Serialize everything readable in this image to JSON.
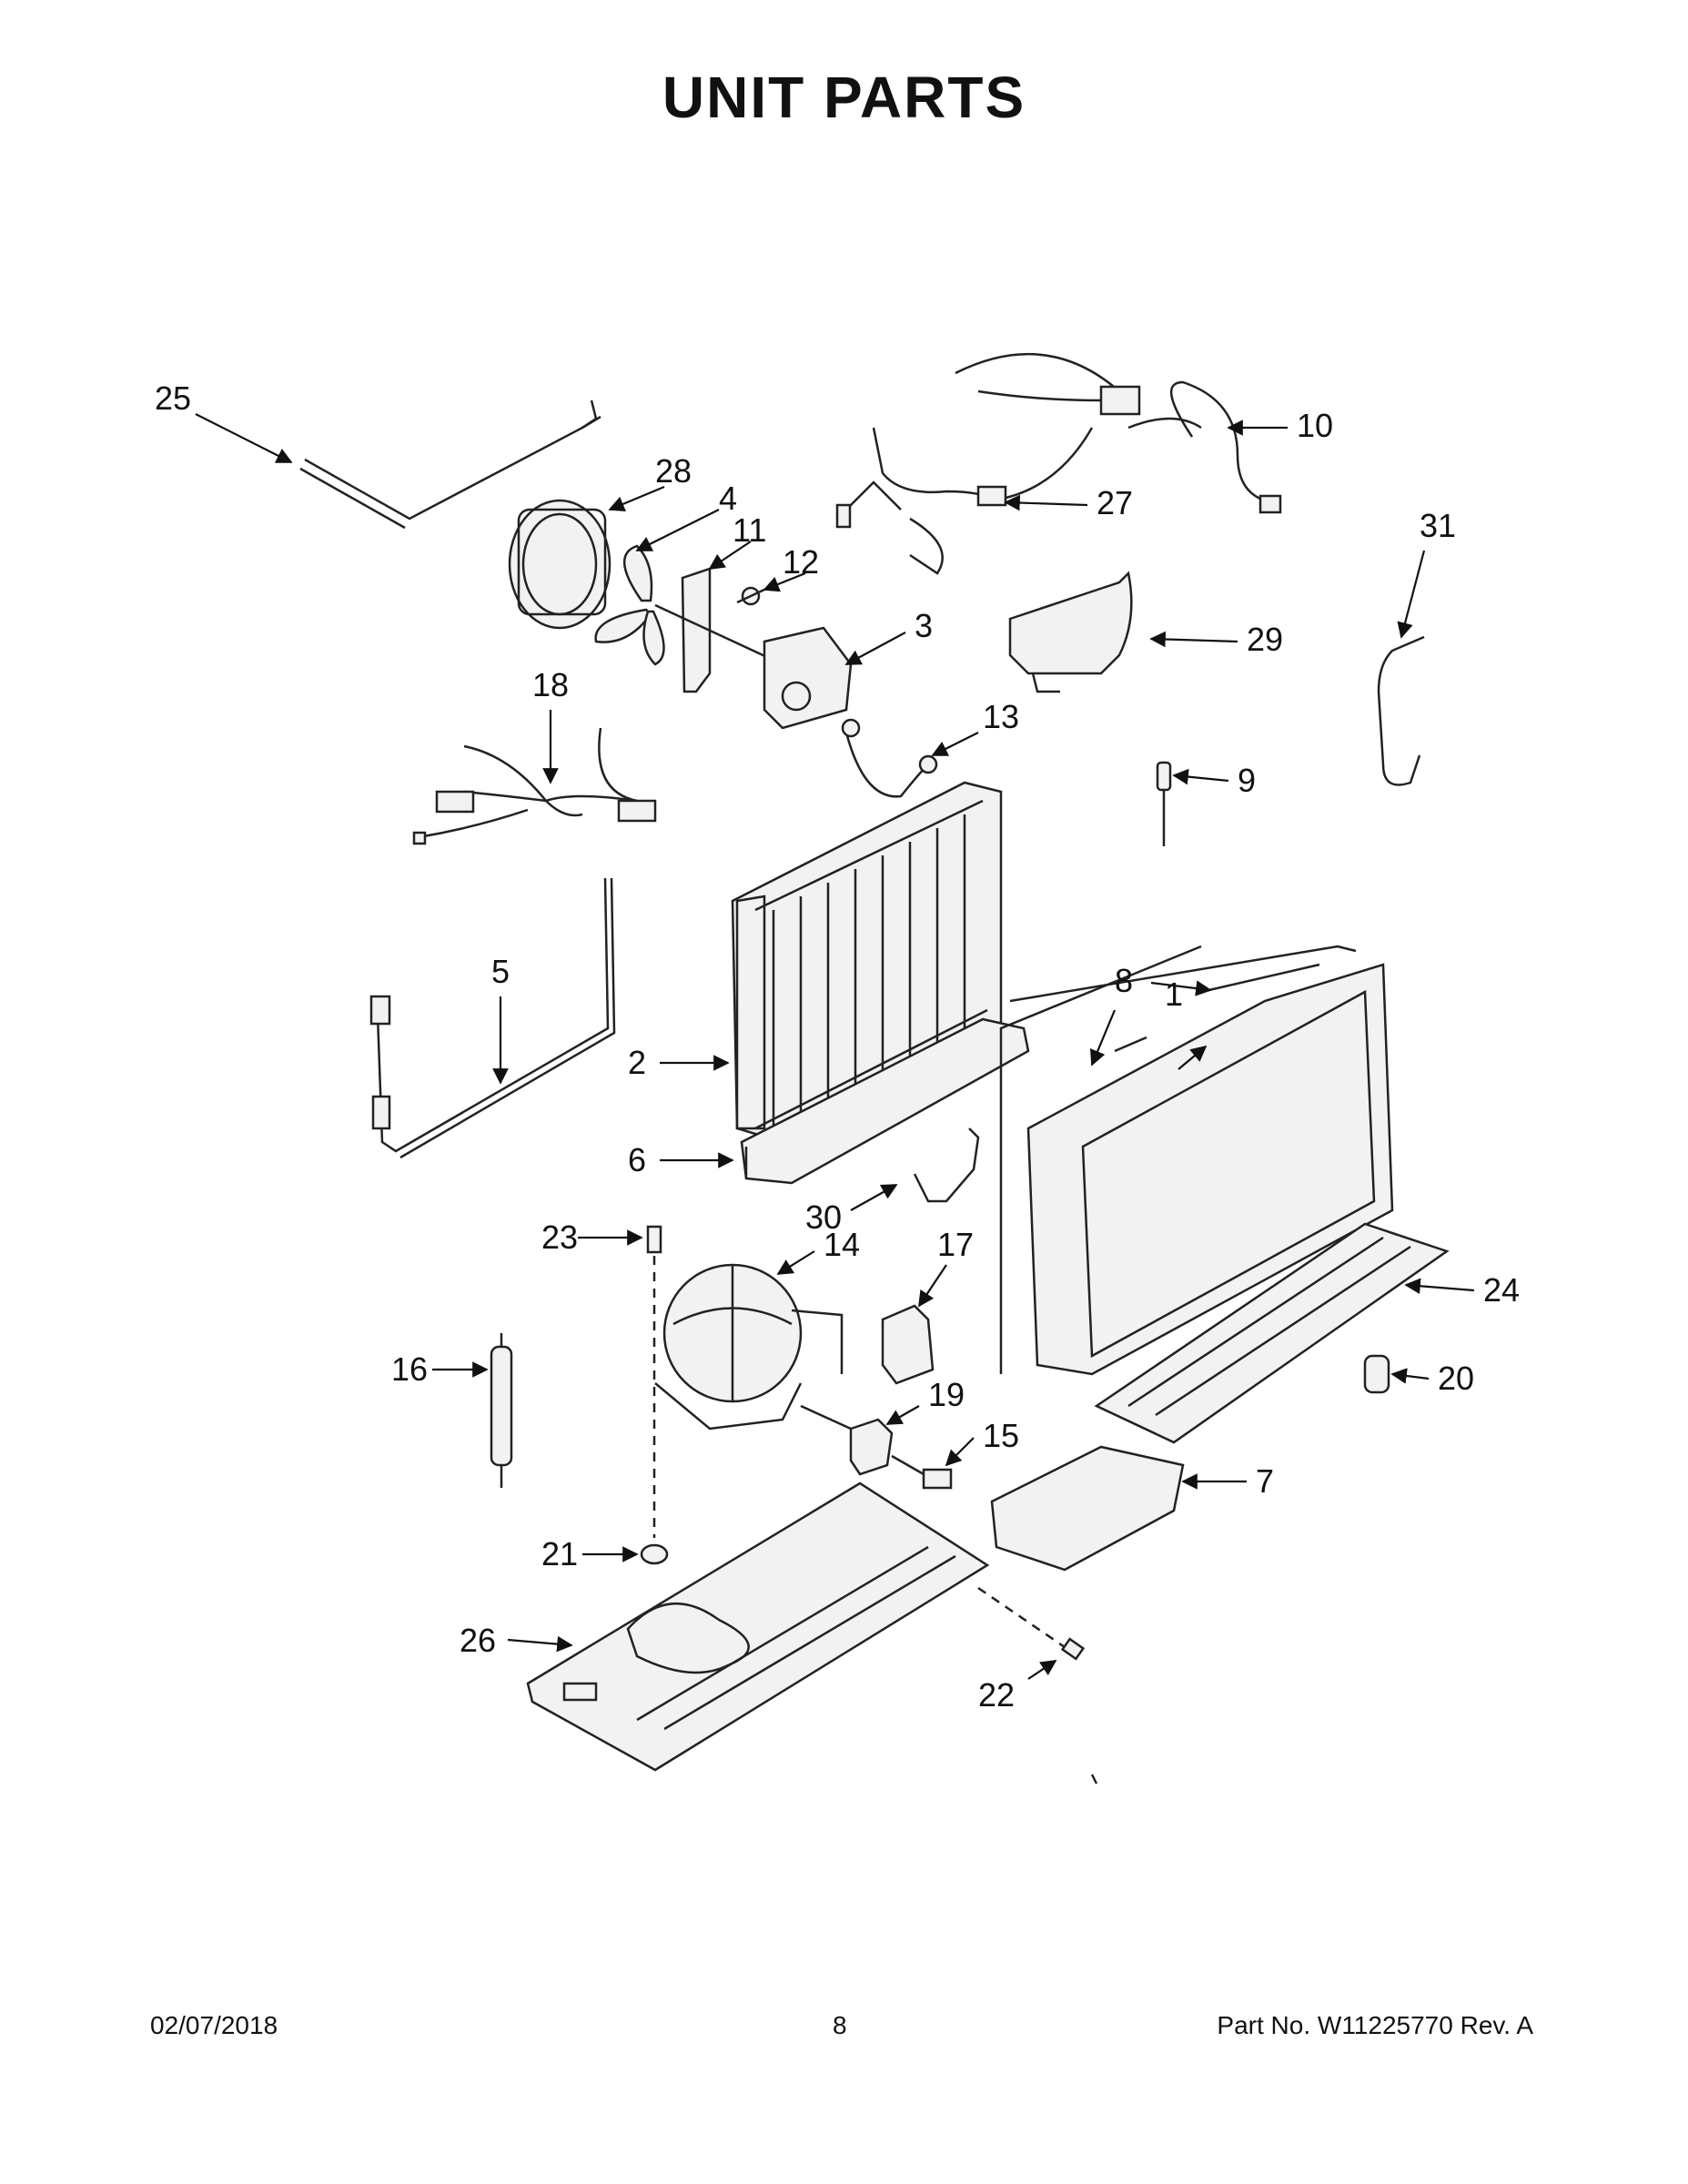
{
  "page": {
    "title": "UNIT  PARTS",
    "footer_date": "02/07/2018",
    "footer_page": "8",
    "footer_part": "Part No.  W11225770  Rev.  A"
  },
  "callouts": [
    {
      "id": "c25",
      "label": "25"
    },
    {
      "id": "c28",
      "label": "28"
    },
    {
      "id": "c4",
      "label": "4"
    },
    {
      "id": "c11",
      "label": "11"
    },
    {
      "id": "c12",
      "label": "12"
    },
    {
      "id": "c3",
      "label": "3"
    },
    {
      "id": "c10",
      "label": "10"
    },
    {
      "id": "c27",
      "label": "27"
    },
    {
      "id": "c31",
      "label": "31"
    },
    {
      "id": "c29",
      "label": "29"
    },
    {
      "id": "c18",
      "label": "18"
    },
    {
      "id": "c13",
      "label": "13"
    },
    {
      "id": "c9",
      "label": "9"
    },
    {
      "id": "c5",
      "label": "5"
    },
    {
      "id": "c2",
      "label": "2"
    },
    {
      "id": "c8",
      "label": "8"
    },
    {
      "id": "c1",
      "label": "1"
    },
    {
      "id": "c6",
      "label": "6"
    },
    {
      "id": "c30",
      "label": "30"
    },
    {
      "id": "c23",
      "label": "23"
    },
    {
      "id": "c14",
      "label": "14"
    },
    {
      "id": "c17",
      "label": "17"
    },
    {
      "id": "c24",
      "label": "24"
    },
    {
      "id": "c16",
      "label": "16"
    },
    {
      "id": "c20",
      "label": "20"
    },
    {
      "id": "c19",
      "label": "19"
    },
    {
      "id": "c15",
      "label": "15"
    },
    {
      "id": "c7",
      "label": "7"
    },
    {
      "id": "c21",
      "label": "21"
    },
    {
      "id": "c26",
      "label": "26"
    },
    {
      "id": "c22",
      "label": "22"
    }
  ]
}
